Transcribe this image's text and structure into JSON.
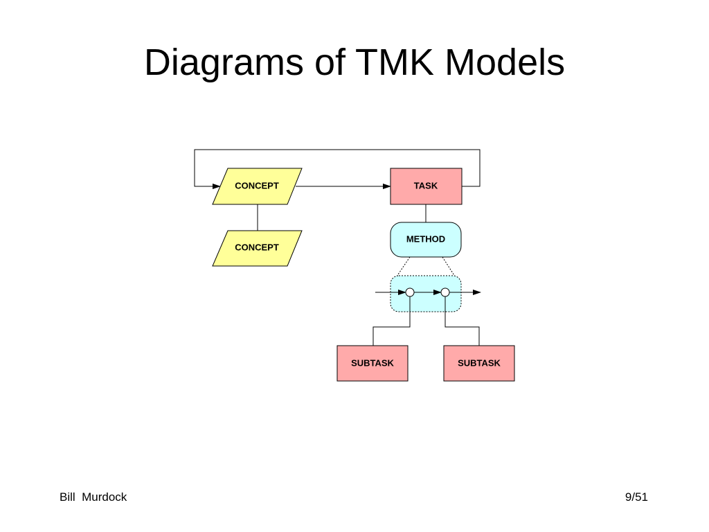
{
  "slide": {
    "title": "Diagrams of TMK Models"
  },
  "diagram": {
    "nodes": {
      "concept_top": "CONCEPT",
      "concept_bottom": "CONCEPT",
      "task": "TASK",
      "method": "METHOD",
      "subtask_left": "SUBTASK",
      "subtask_right": "SUBTASK"
    },
    "colors": {
      "concept_fill": "#FFFF99",
      "task_fill": "#FFAAAA",
      "method_fill": "#CCFFFF",
      "subtask_fill": "#FFAAAA",
      "line": "#000000"
    }
  },
  "footer": {
    "author": "Bill  Murdock",
    "page": "9/51"
  }
}
